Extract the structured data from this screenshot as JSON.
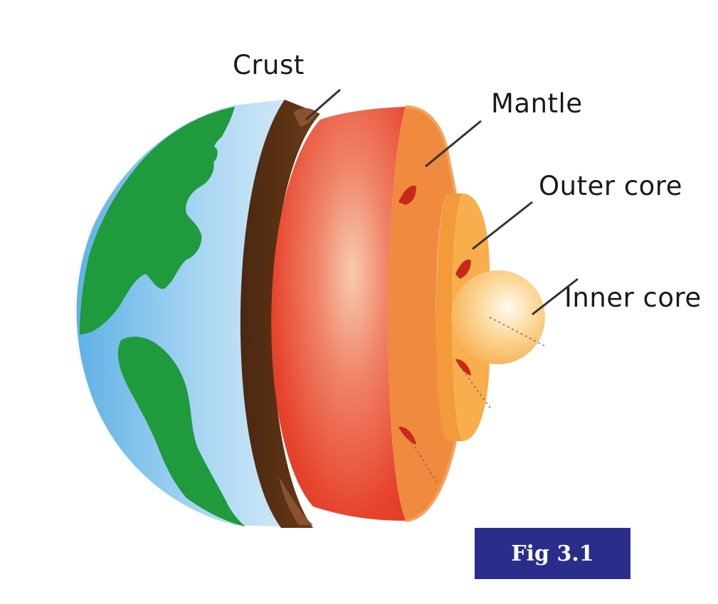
{
  "labels": {
    "crust": "Crust",
    "mantle": "Mantle",
    "outer_core": "Outer core",
    "inner_core": "Inner core"
  },
  "figure_caption": "Fig 3.1",
  "colors": {
    "ocean": "#8ec8ec",
    "land": "#1f9a3c",
    "crust": "#5a3214",
    "mantle": "#e8402a",
    "mantle_face": "#ee8a3c",
    "outer_core": "#f8ac48",
    "inner_core": "#fbd27e",
    "caption_bg": "#2a2d8a"
  }
}
